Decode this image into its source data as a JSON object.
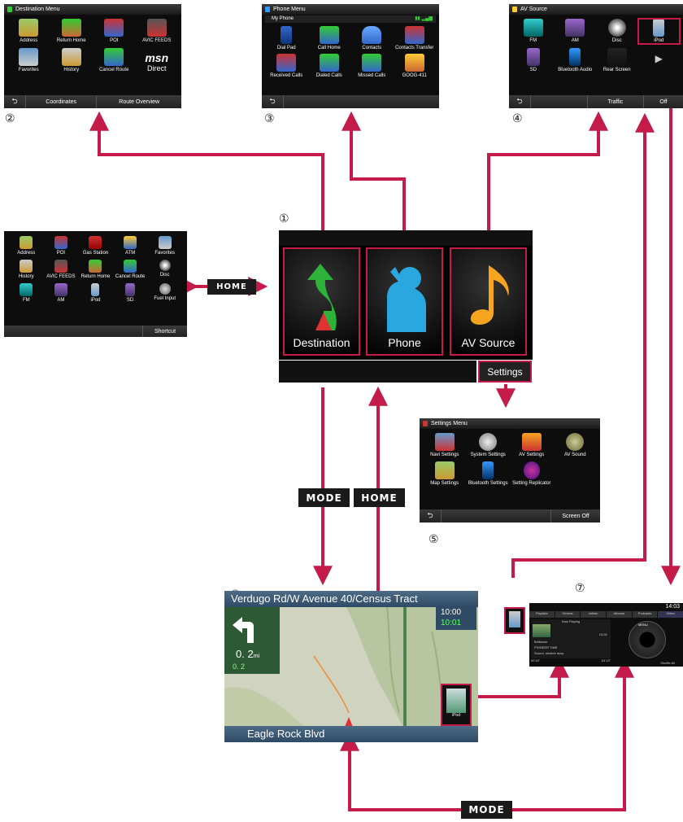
{
  "keys": {
    "home": "HOME",
    "mode": "MODE"
  },
  "markers": [
    "①",
    "②",
    "③",
    "④",
    "⑤",
    "⑥",
    "⑦"
  ],
  "top_menu": {
    "destination": "Destination",
    "phone": "Phone",
    "av_source": "AV Source",
    "settings": "Settings"
  },
  "destination_menu": {
    "title": "Destination Menu",
    "items": [
      "Address",
      "Return Home",
      "POI",
      "AVIC FEEDS",
      "Favorites",
      "History",
      "Cancel Route",
      "Direct"
    ],
    "brand": "msn",
    "bottom": [
      "Coordinates",
      "Route Overview"
    ]
  },
  "phone_menu": {
    "title": "Phone Menu",
    "subtitle": "My Phone",
    "items": [
      "Dial Pad",
      "Call Home",
      "Contacts",
      "Contacts Transfer",
      "Received Calls",
      "Dialed Calls",
      "Missed Calls",
      "GOOG-411"
    ]
  },
  "av_menu": {
    "title": "AV Source",
    "items": [
      "FM",
      "AM",
      "Disc",
      "iPod",
      "SD",
      "Bluetooth Audio",
      "Rear Screen"
    ],
    "bottom": [
      "Traffic",
      "Off"
    ]
  },
  "shortcut_menu": {
    "items": [
      "Address",
      "POI",
      "Gas Station",
      "ATM",
      "Favorites",
      "History",
      "AVIC FEEDS",
      "Return Home",
      "Cancel Route",
      "Disc",
      "FM",
      "AM",
      "iPod",
      "SD",
      "Fuel Input"
    ],
    "bottom": "Shortcut"
  },
  "settings_menu": {
    "title": "Settings Menu",
    "items": [
      "Navi Settings",
      "System Settings",
      "AV Settings",
      "AV Sound",
      "Map Settings",
      "Bluetooth Settings",
      "Setting Replicator"
    ],
    "bottom": "Screen Off"
  },
  "map_screen": {
    "street": "Verdugo Rd/W Avenue 40/Census Tract",
    "time1": "10:00",
    "time2": "10:01",
    "distance": "0. 2",
    "unit": "mi",
    "distance2": "0. 2",
    "bottom_street": "Eagle Rock Blvd",
    "source_label": "iPod"
  },
  "ipod_screen": {
    "time": "14:03",
    "tabs": [
      "Playlists",
      "Genres",
      "Artists",
      "Albums",
      "Podcasts",
      "Video"
    ],
    "now_playing": "Now Playing",
    "elapsed": "00'18\"",
    "remain": "-04'13\"",
    "track_no": "01/11",
    "lines": [
      "Brilliance",
      "PIONEER TIME",
      "Sound. mixture assy"
    ],
    "menu": "MENU",
    "shuffle": "Shuffle All"
  },
  "colors": {
    "arrow": "#c41b4a",
    "key_bg": "#1a1a1a"
  }
}
